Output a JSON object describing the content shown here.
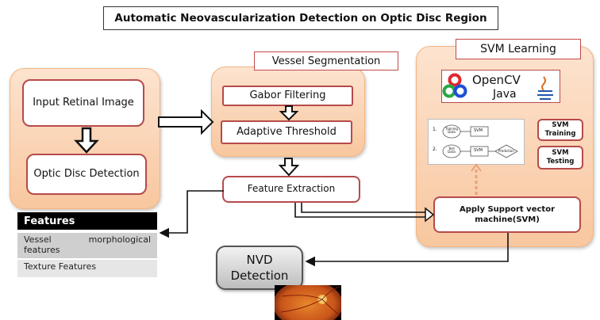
{
  "title": "Automatic Neovascularization Detection on Optic Disc Region",
  "input": {
    "input_label": "Input Retinal Image",
    "optic_label": "Optic Disc Detection"
  },
  "vessel": {
    "header": "Vessel Segmentation",
    "gabor": "Gabor Filtering",
    "threshold": "Adaptive Threshold"
  },
  "feature_extraction": "Feature Extraction",
  "features": {
    "header": "Features",
    "rows": [
      "Vessel morphological features",
      "Texture Features"
    ]
  },
  "svm": {
    "header": "SVM Learning",
    "opencv": "OpenCV",
    "java": "Java",
    "training_btn": "SVM Training",
    "testing_btn": "SVM Testing",
    "diagram": {
      "step1": "1.",
      "step2": "2.",
      "training_data": "Training Data",
      "test_data": "Test Data",
      "svm1": "SVM",
      "svm2": "SVM",
      "prediction": "Prediction"
    },
    "apply": "Apply Support vector machine(SVM)"
  },
  "nvd": "NVD Detection",
  "colors": {
    "panel": "#f8c79f",
    "border_red": "#b64a4a",
    "arrow_blue": "#1f3d7a"
  }
}
